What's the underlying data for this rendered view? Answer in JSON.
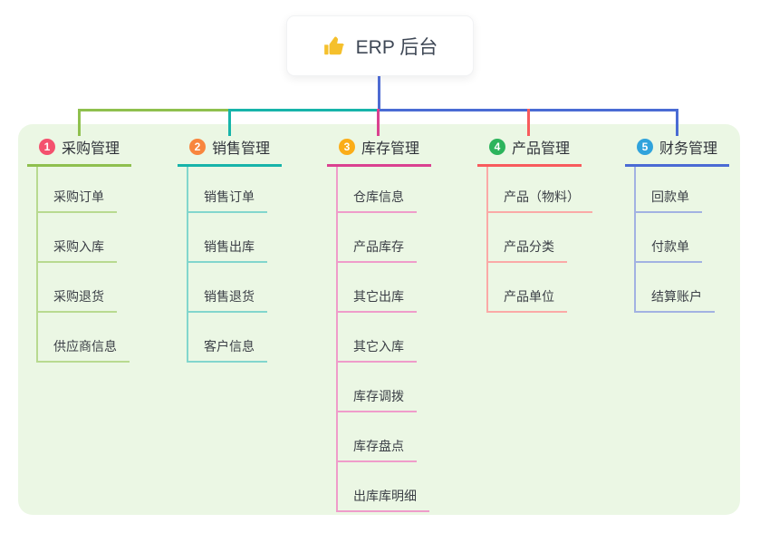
{
  "canvas": {
    "panel_background": "#ebf7e4",
    "root_connector_color": "#4e6bd2"
  },
  "root": {
    "title": "ERP 后台",
    "icon": "thumbs-up-icon",
    "icon_color": "#f5c02c"
  },
  "branches": [
    {
      "badge": "1",
      "title": "采购管理",
      "badge_color": "#f4516e",
      "line_color": "#8fc04e",
      "child_line_color": "#b8da90",
      "children": [
        "采购订单",
        "采购入库",
        "采购退货",
        "供应商信息"
      ]
    },
    {
      "badge": "2",
      "title": "销售管理",
      "badge_color": "#f8863e",
      "line_color": "#17b4aa",
      "child_line_color": "#82d6cd",
      "children": [
        "销售订单",
        "销售出库",
        "销售退货",
        "客户信息"
      ]
    },
    {
      "badge": "3",
      "title": "库存管理",
      "badge_color": "#fbad18",
      "line_color": "#da4190",
      "child_line_color": "#ef9cca",
      "children": [
        "仓库信息",
        "产品库存",
        "其它出库",
        "其它入库",
        "库存调拨",
        "库存盘点",
        "出库库明细"
      ]
    },
    {
      "badge": "4",
      "title": "产品管理",
      "badge_color": "#2cb45c",
      "line_color": "#f85b5d",
      "child_line_color": "#fbaaa7",
      "children": [
        "产品（物料）",
        "产品分类",
        "产品单位"
      ]
    },
    {
      "badge": "5",
      "title": "财务管理",
      "badge_color": "#30a3dc",
      "line_color": "#4a6bd4",
      "child_line_color": "#a2b2e2",
      "children": [
        "回款单",
        "付款单",
        "结算账户"
      ]
    }
  ]
}
